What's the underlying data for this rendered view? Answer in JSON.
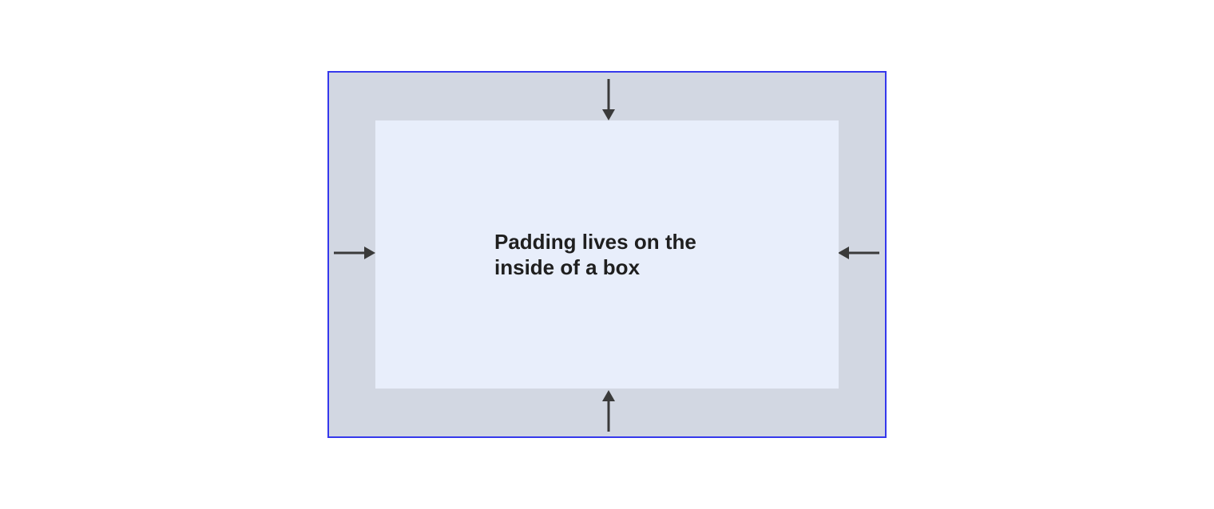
{
  "diagram": {
    "title": "CSS padding box diagram",
    "label_lines": {
      "0": "Padding lives on the",
      "1": "inside of a box"
    },
    "icons": {
      "top": "arrow-down",
      "bottom": "arrow-up",
      "left": "arrow-right",
      "right": "arrow-left"
    },
    "colors": {
      "bg": "#ffffff",
      "border_color": "#3538ec",
      "padding_color": "#d2d7e2",
      "content_color": "#e8eefb",
      "arrow_color": "#3a3a3a",
      "text_color": "#1f1f1f"
    }
  }
}
